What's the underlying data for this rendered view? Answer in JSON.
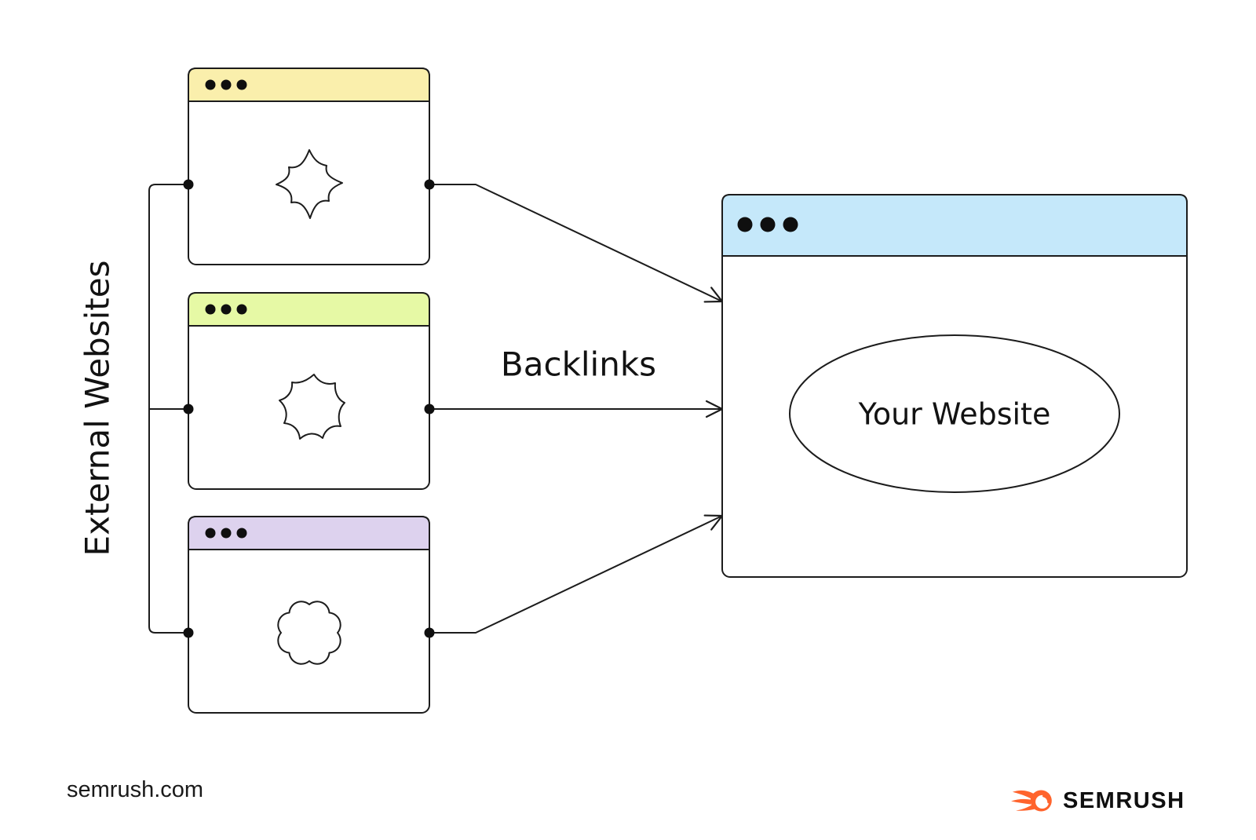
{
  "diagram": {
    "side_label": "External Websites",
    "arrow_label": "Backlinks",
    "stroke_color": "#1C1C1C",
    "external_windows": [
      {
        "header_color": "#FAEFAC",
        "shape": "diamond-blob",
        "traffic_dots": 3
      },
      {
        "header_color": "#E6F9A5",
        "shape": "splat-blob",
        "traffic_dots": 3
      },
      {
        "header_color": "#DDD2EE",
        "shape": "flower-blob",
        "traffic_dots": 3
      }
    ],
    "main_window": {
      "label": "Your Website",
      "header_color": "#C5E8FA",
      "traffic_dots": 3
    }
  },
  "footer": {
    "site_url": "semrush.com",
    "brand_name": "SEMRUSH",
    "brand_color": "#FF642D"
  }
}
